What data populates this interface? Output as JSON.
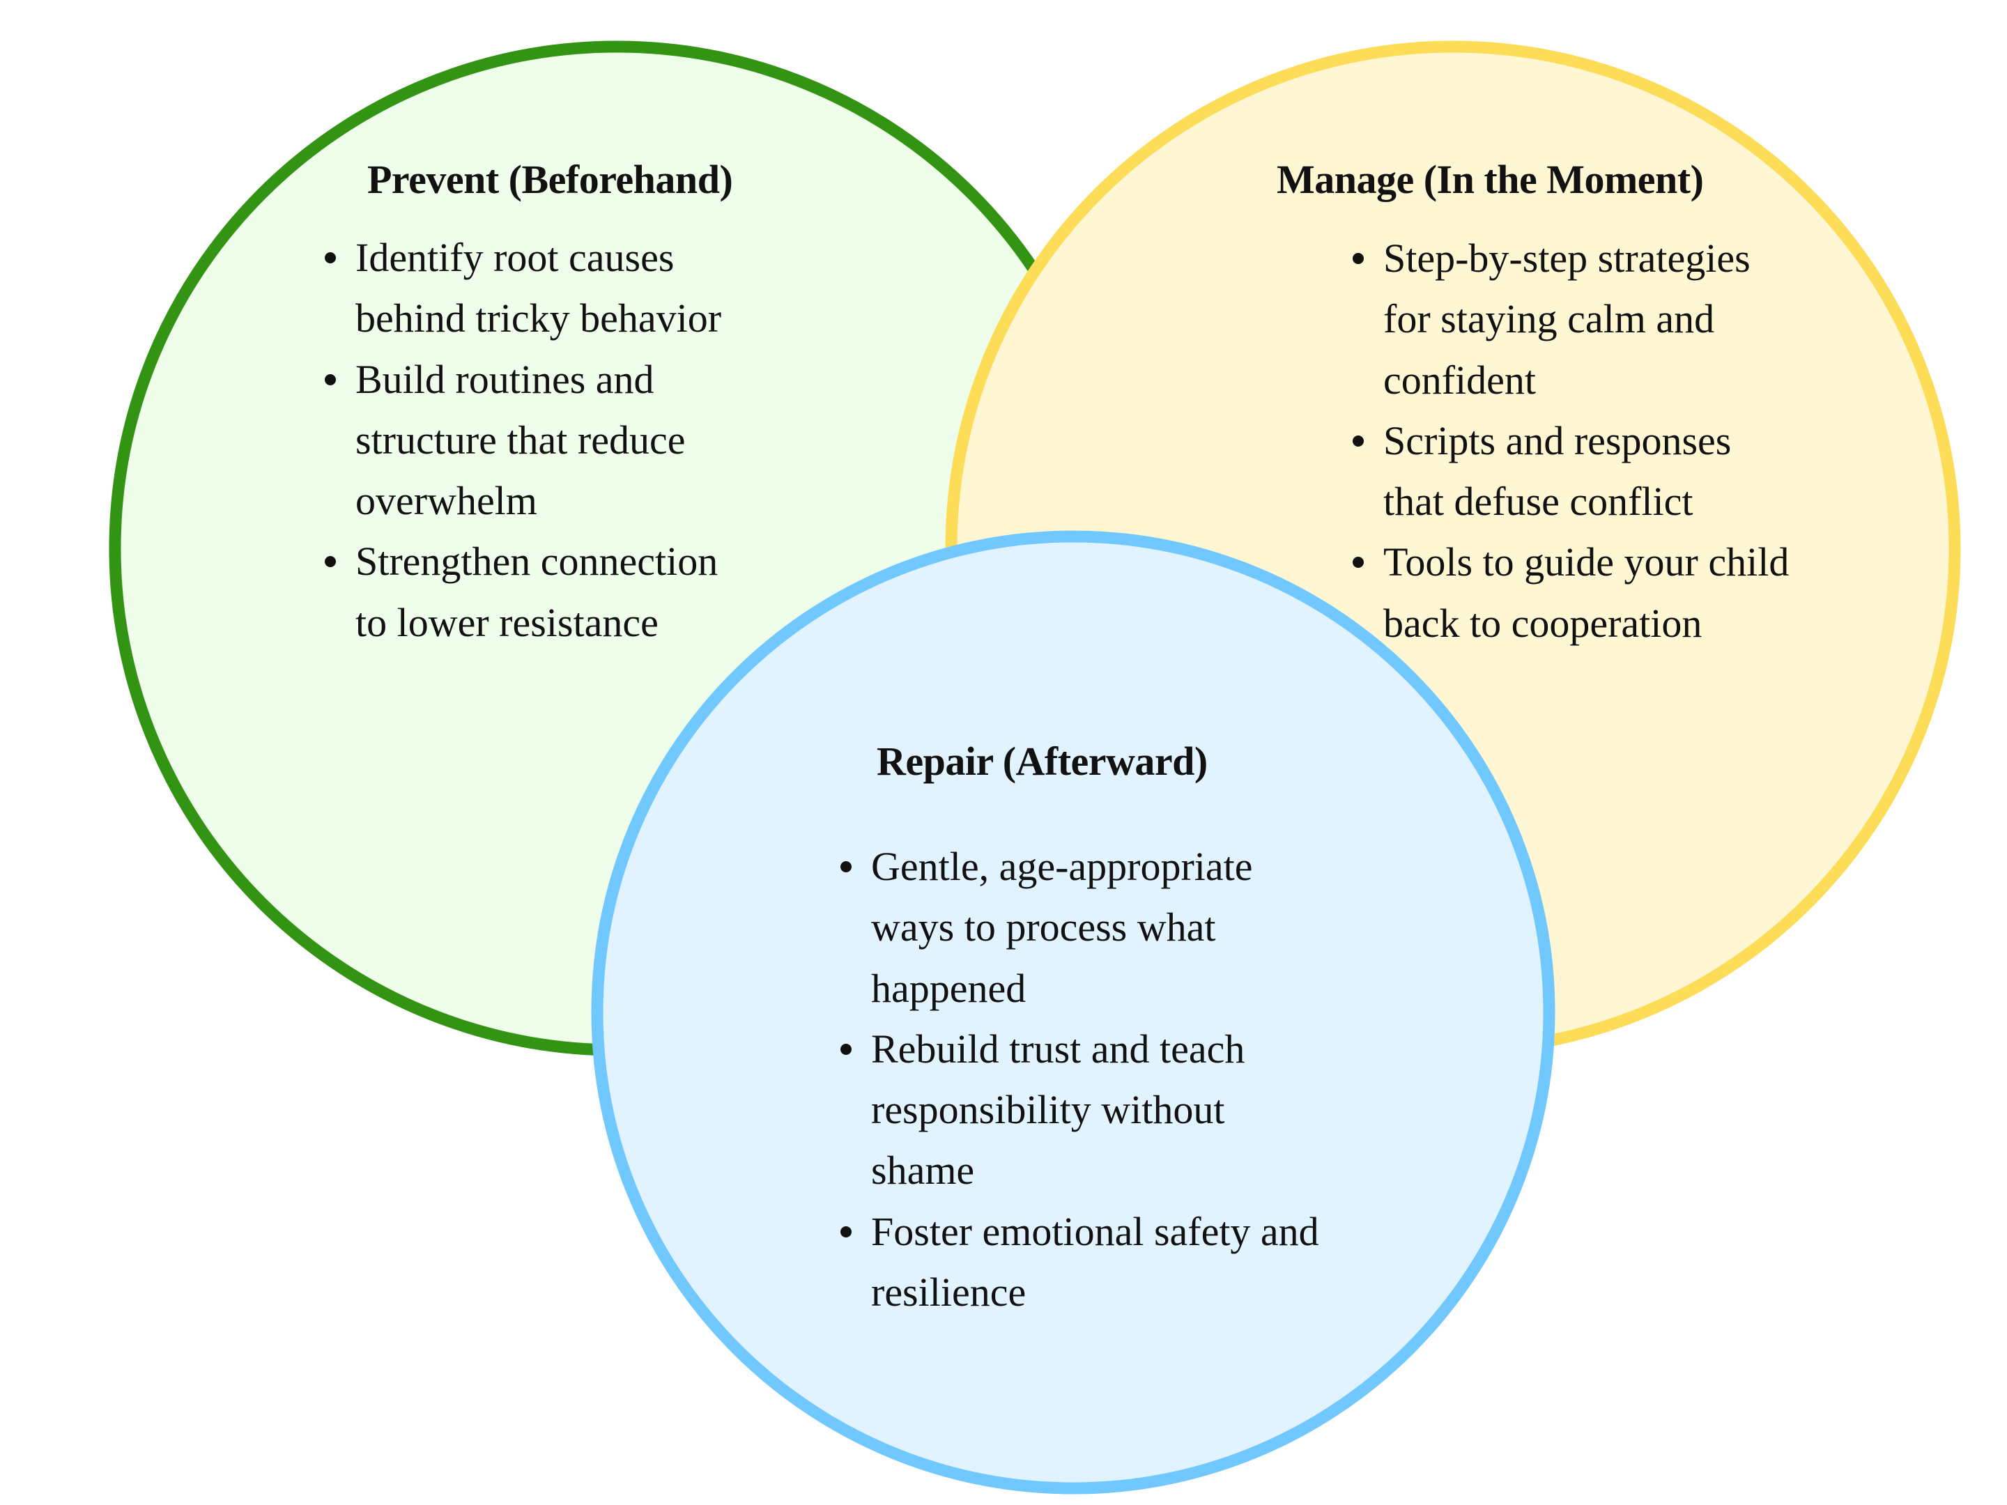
{
  "colors": {
    "prevent_stroke": "#339414",
    "prevent_fill": "#effdeb",
    "manage_stroke": "#fddc58",
    "manage_fill": "#fff6d4",
    "repair_stroke": "#70c8fe",
    "repair_fill": "#e1f3fe",
    "text": "#111111"
  },
  "sections": {
    "prevent": {
      "title": "Prevent (Beforehand)",
      "items": [
        {
          "lines": [
            "Identify root causes",
            "behind tricky behavior"
          ]
        },
        {
          "lines": [
            "Build routines and",
            "structure that reduce",
            "overwhelm"
          ]
        },
        {
          "lines": [
            "Strengthen connection",
            "to lower resistance"
          ]
        }
      ]
    },
    "manage": {
      "title": "Manage (In the Moment)",
      "items": [
        {
          "lines": [
            "Step-by-step strategies",
            "for staying calm and",
            "confident"
          ]
        },
        {
          "lines": [
            "Scripts and responses",
            "that defuse conflict"
          ]
        },
        {
          "lines": [
            "Tools to guide your child",
            "back to cooperation"
          ]
        }
      ]
    },
    "repair": {
      "title": "Repair (Afterward)",
      "items": [
        {
          "lines": [
            "Gentle, age-appropriate",
            "ways to process what",
            "happened"
          ]
        },
        {
          "lines": [
            "Rebuild trust and teach",
            "responsibility without",
            "shame"
          ]
        },
        {
          "lines": [
            "Foster emotional safety and",
            "resilience"
          ]
        }
      ]
    }
  }
}
